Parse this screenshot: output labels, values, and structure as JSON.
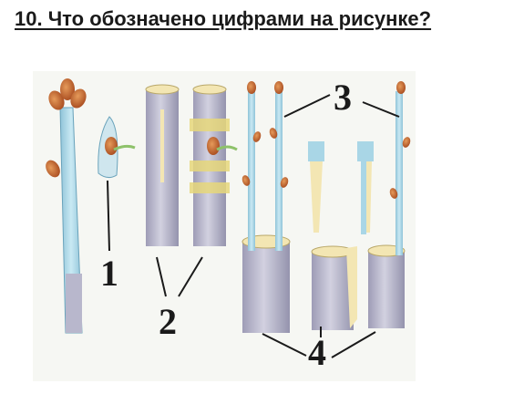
{
  "question": {
    "title": "10. Что обозначено цифрами на рисунке?"
  },
  "figure": {
    "labels": {
      "one": "1",
      "two": "2",
      "three": "3",
      "four": "4"
    },
    "colors": {
      "stem": "#a9d6e6",
      "stem_edge": "#6aa3bb",
      "stock": "#b8b7cc",
      "stock_cut": "#f3e6b3",
      "bud": "#c2622c",
      "binding": "#e6d77a",
      "leader": "#1a1a1a"
    },
    "icons": [
      "graft-cutting-icon",
      "budding-shield-icon",
      "stock-trunk-icon",
      "scion-twig-icon",
      "wedge-cutting-icon"
    ]
  }
}
